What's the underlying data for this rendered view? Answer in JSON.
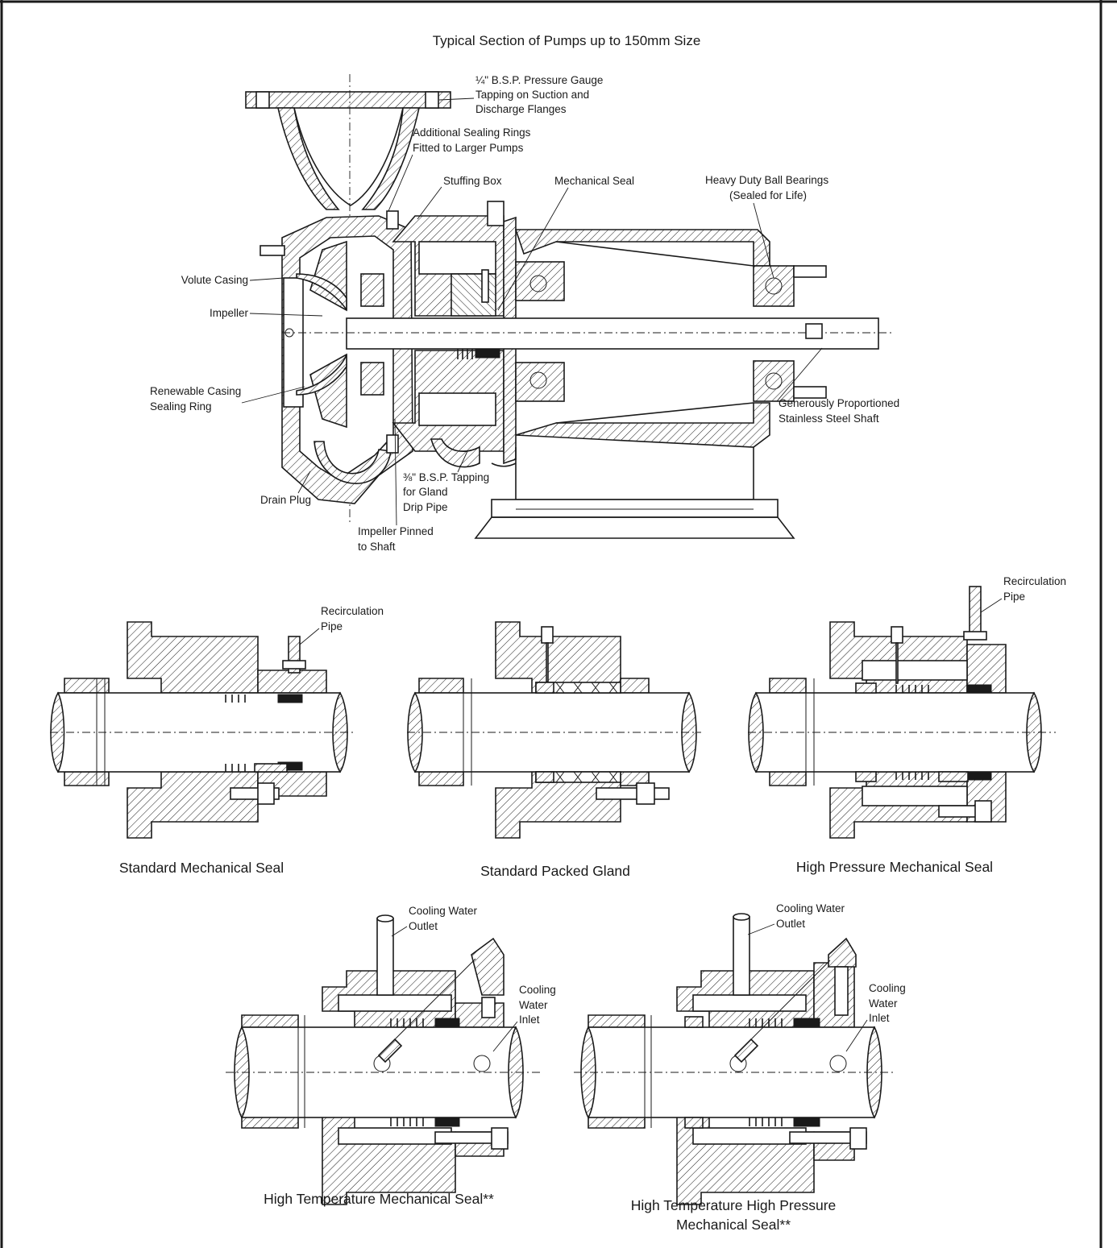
{
  "main_diagram": {
    "title": "Typical Section of Pumps up to 150mm Size",
    "labels": {
      "gauge_tapping": [
        "¼\" B.S.P. Pressure Gauge",
        "Tapping on Suction and",
        "Discharge Flanges"
      ],
      "sealing_rings": [
        "Additional Sealing Rings",
        "Fitted to Larger Pumps"
      ],
      "stuffing_box": "Stuffing Box",
      "mechanical_seal": "Mechanical Seal",
      "ball_bearings": [
        "Heavy Duty Ball Bearings",
        "(Sealed for Life)"
      ],
      "volute_casing": "Volute Casing",
      "impeller": "Impeller",
      "casing_ring": [
        "Renewable Casing",
        "Sealing Ring"
      ],
      "shaft": [
        "Generously Proportioned",
        "Stainless Steel Shaft"
      ],
      "drain_plug": "Drain Plug",
      "gland_tapping": [
        "⅜\" B.S.P. Tapping",
        "for Gland",
        "Drip Pipe"
      ],
      "impeller_pinned": [
        "Impeller Pinned",
        "to Shaft"
      ]
    }
  },
  "seal_variants": [
    {
      "caption": [
        "Standard Mechanical Seal"
      ],
      "labels": {
        "pipe": [
          "Recirculation",
          "Pipe"
        ]
      }
    },
    {
      "caption": [
        "Standard Packed Gland"
      ],
      "labels": {}
    },
    {
      "caption": [
        "High Pressure Mechanical Seal"
      ],
      "labels": {
        "pipe": [
          "Recirculation",
          "Pipe"
        ]
      }
    },
    {
      "caption": [
        "High Temperature Mechanical Seal**"
      ],
      "labels": {
        "outlet": [
          "Cooling Water",
          "Outlet"
        ],
        "inlet": [
          "Cooling",
          "Water",
          "Inlet"
        ]
      }
    },
    {
      "caption": [
        "High Temperature High Pressure",
        "Mechanical Seal**"
      ],
      "labels": {
        "outlet": [
          "Cooling Water",
          "Outlet"
        ],
        "inlet": [
          "Cooling",
          "Water",
          "Inlet"
        ]
      }
    }
  ]
}
